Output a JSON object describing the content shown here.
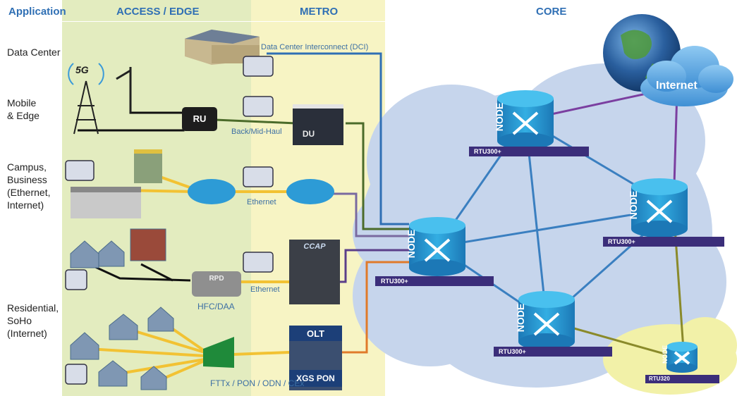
{
  "headers": {
    "application": "Application",
    "access": "ACCESS / EDGE",
    "metro": "METRO",
    "core": "CORE"
  },
  "applications": {
    "data_center": "Data Center",
    "mobile_l1": "Mobile",
    "mobile_l2": "& Edge",
    "campus_l1": "Campus,",
    "campus_l2": "Business",
    "campus_l3": "(Ethernet,",
    "campus_l4": "Internet)",
    "res_l1": "Residential,",
    "res_l2": "SoHo",
    "res_l3": "(Internet)"
  },
  "links": {
    "dci": "Data Center Interconnect (DCI)",
    "haul": "Back/Mid-Haul",
    "ethernet1": "Ethernet",
    "ethernet2": "Ethernet",
    "hfc": "HFC/DAA",
    "fttx": "FTTx / PON / ODN / CEx"
  },
  "devices": {
    "ru": "RU",
    "du": "DU",
    "rpd": "RPD",
    "ccap": "CCAP",
    "olt": "OLT",
    "xgs": "XGS PON",
    "fiveg": "5G",
    "internet": "Internet"
  },
  "nodes": {
    "node_label": "NODE",
    "rtu_main": "RTU300+",
    "rtu_small": "RTU320"
  },
  "colors": {
    "access_bg": "#e3ecbf",
    "metro_bg": "#f7f4c4",
    "cloud": "#c6d5ec",
    "node_blue": "#2e9fd6",
    "dci_line": "#2f6fb4",
    "haul_line": "#4b6b2a",
    "eth_line": "#7a6aa0",
    "ccap_line": "#5b3f8a",
    "pon_line": "#e07a2a",
    "core_purple": "#7b3fa0",
    "core_olive": "#8a8a2a",
    "core_blue": "#3a7fc0",
    "access_yellow": "#f2c233"
  }
}
